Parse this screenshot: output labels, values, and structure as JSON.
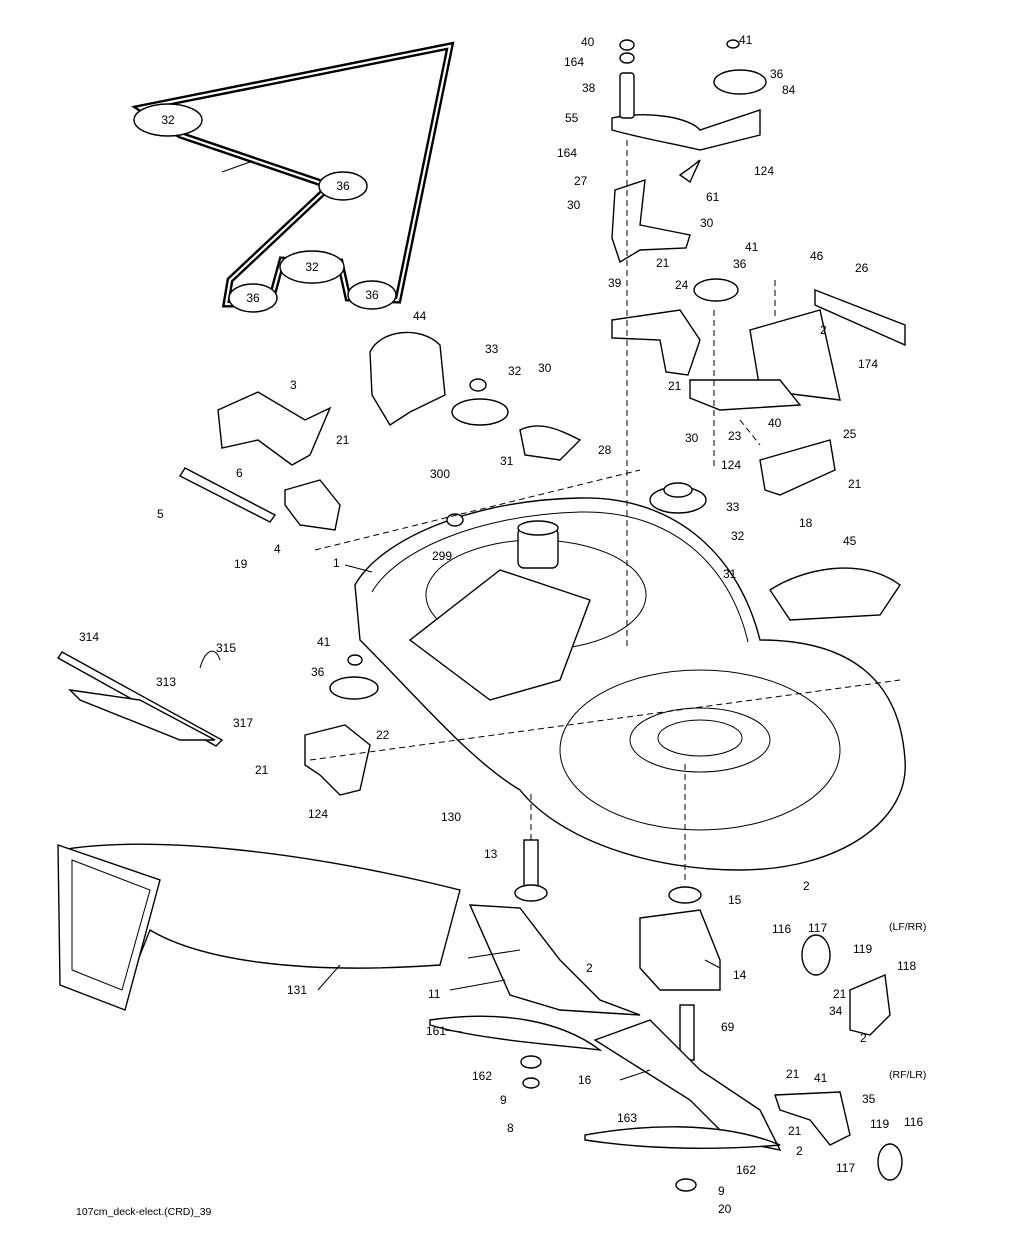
{
  "caption": "107cm_deck-elect.(CRD)_39",
  "variant_labels": [
    "(LF/RR)",
    "(RF/LR)"
  ],
  "belt_pulley_labels": [
    "32",
    "36",
    "32",
    "36",
    "36"
  ],
  "callouts": [
    "40",
    "41",
    "164",
    "36",
    "38",
    "84",
    "55",
    "164",
    "124",
    "61",
    "27",
    "30",
    "30",
    "41",
    "46",
    "36",
    "21",
    "39",
    "26",
    "24",
    "2",
    "174",
    "21",
    "44",
    "33",
    "32",
    "30",
    "3",
    "21",
    "28",
    "30",
    "40",
    "25",
    "6",
    "5",
    "300",
    "31",
    "124",
    "23",
    "21",
    "4",
    "19",
    "33",
    "32",
    "18",
    "299",
    "31",
    "1",
    "45",
    "314",
    "315",
    "41",
    "313",
    "36",
    "317",
    "22",
    "21",
    "124",
    "130",
    "13",
    "2",
    "15",
    "2",
    "116",
    "117",
    "119",
    "118",
    "11",
    "14",
    "21",
    "34",
    "2",
    "69",
    "131",
    "161",
    "162",
    "16",
    "21",
    "41",
    "35",
    "9",
    "8",
    "163",
    "21",
    "119",
    "116",
    "2",
    "117",
    "162",
    "9",
    "20"
  ]
}
